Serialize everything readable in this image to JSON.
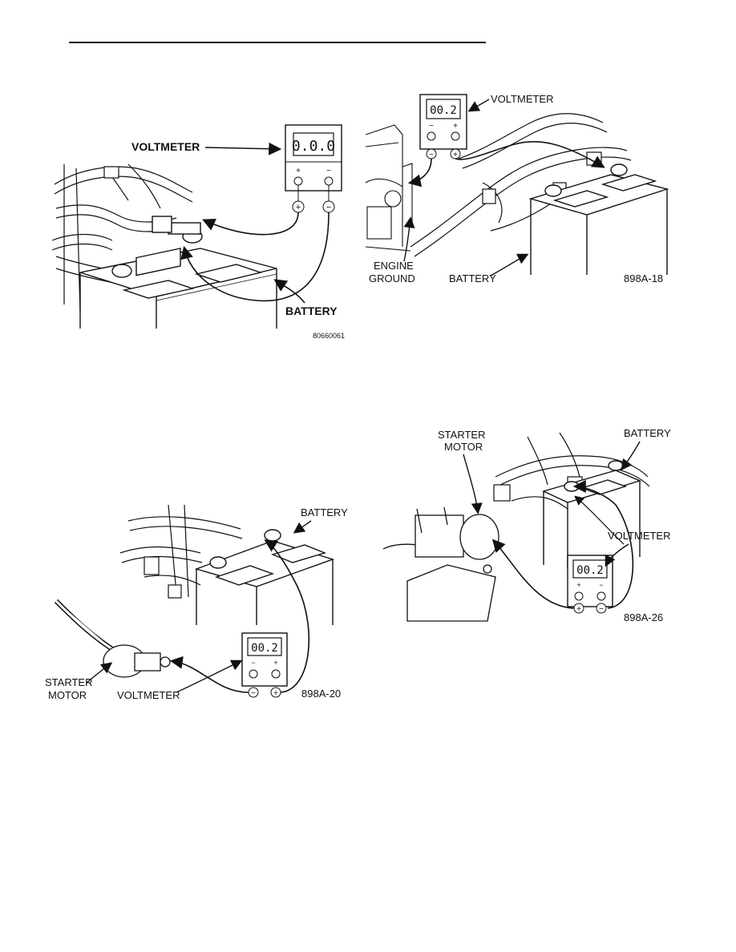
{
  "header": {
    "rule": true
  },
  "figures": [
    {
      "id": "fig1",
      "labels": {
        "voltmeter": "VOLTMETER",
        "battery": "BATTERY"
      },
      "display": "0.0.0",
      "terminals": {
        "left": "+",
        "right": "−"
      },
      "code": "80660061"
    },
    {
      "id": "fig2",
      "labels": {
        "voltmeter": "VOLTMETER",
        "engine_ground_1": "ENGINE",
        "engine_ground_2": "GROUND",
        "battery": "BATTERY"
      },
      "display": "00.2",
      "terminals": {
        "left": "−",
        "right": "+"
      },
      "code": "898A-18"
    },
    {
      "id": "fig3",
      "labels": {
        "battery": "BATTERY",
        "starter_1": "STARTER",
        "starter_2": "MOTOR",
        "voltmeter": "VOLTMETER"
      },
      "display": "00.2",
      "terminals": {
        "left": "−",
        "right": "+"
      },
      "code": "898A-20"
    },
    {
      "id": "fig4",
      "labels": {
        "starter_1": "STARTER",
        "starter_2": "MOTOR",
        "battery": "BATTERY",
        "voltmeter": "VOLTMETER"
      },
      "display": "00.2",
      "terminals": {
        "left": "+",
        "right": "−"
      },
      "code": "898A-26"
    }
  ]
}
